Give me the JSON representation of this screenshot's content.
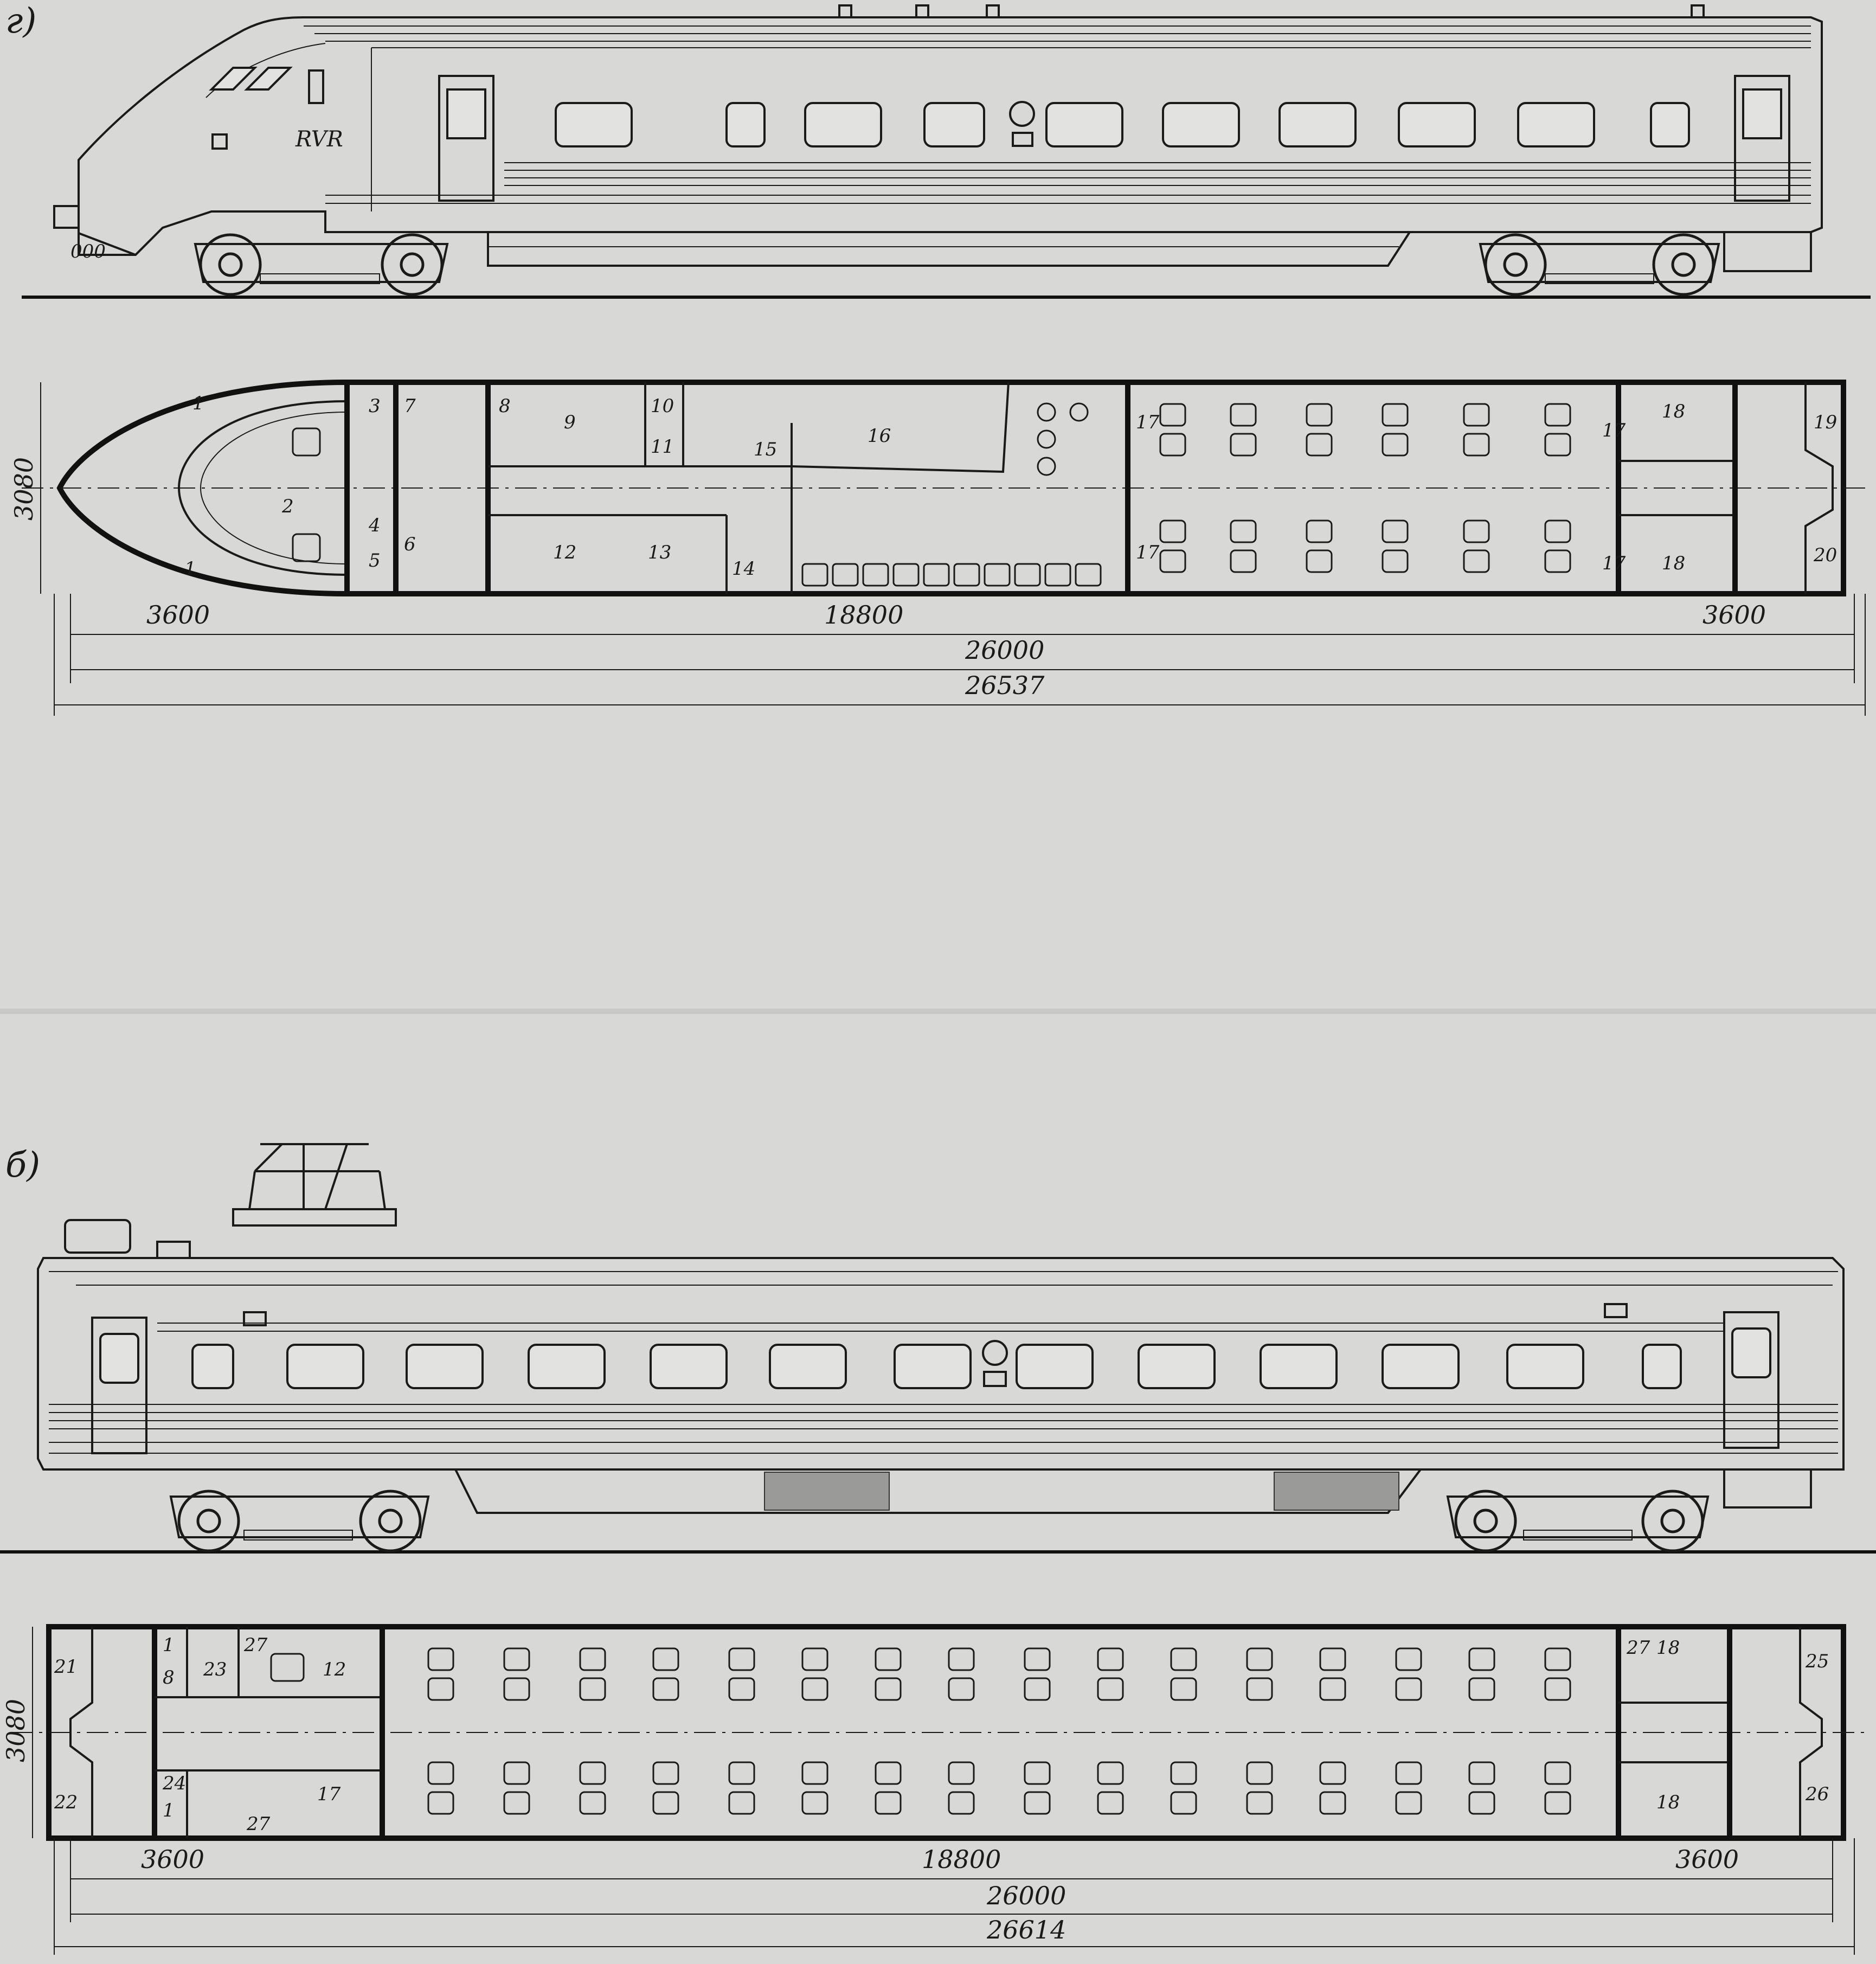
{
  "figures": [
    {
      "label": "г)",
      "livery": "RVR",
      "nose_number": "000",
      "width_label": "3080",
      "dims": {
        "end_left": "3600",
        "middle": "18800",
        "end_right": "3600",
        "body": "26000",
        "overall": "26537"
      },
      "rooms": [
        "1",
        "1",
        "2",
        "3",
        "4",
        "5",
        "6",
        "7",
        "8",
        "9",
        "10",
        "11",
        "12",
        "13",
        "14",
        "15",
        "16",
        "17",
        "17",
        "17",
        "17",
        "18",
        "18",
        "19",
        "20"
      ]
    },
    {
      "label": "б)",
      "width_label": "3080",
      "dims": {
        "end_left": "3600",
        "middle": "18800",
        "end_right": "3600",
        "body": "26000",
        "overall": "26614"
      },
      "rooms": [
        "21",
        "22",
        "1",
        "8",
        "23",
        "27",
        "12",
        "24",
        "1",
        "27",
        "17",
        "27",
        "18",
        "18",
        "25",
        "26"
      ]
    }
  ]
}
